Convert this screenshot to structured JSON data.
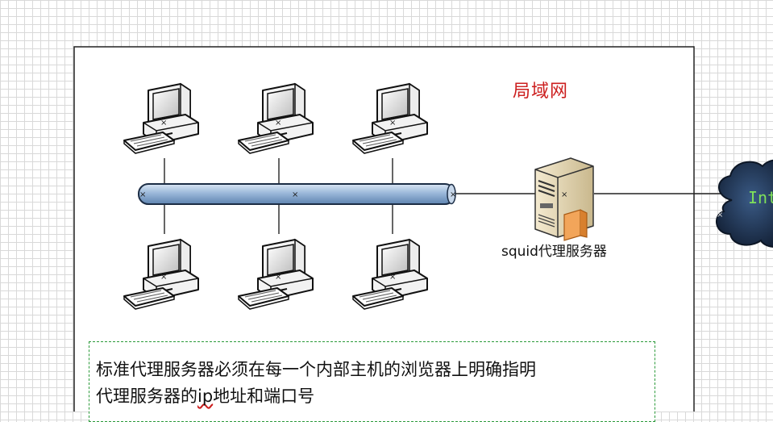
{
  "diagram": {
    "lan_title": "局域网",
    "server_label": "squid代理服务器",
    "cloud_label": "Int",
    "note_line1": "标准代理服务器必须在每一个内部主机的浏览器上明确指明",
    "note_line2_prefix": "代理服务器的",
    "note_line2_ip": "ip",
    "note_line2_suffix": "地址和端口号",
    "colors": {
      "title": "#cc1f1f",
      "bus": "#8fb2d8",
      "cloud": "#1d2f4a",
      "cloud_text": "#7fe05a",
      "note_border": "#2b9a3a"
    },
    "icons": [
      "computer-icon",
      "server-icon",
      "internet-cloud-icon",
      "network-bus"
    ]
  }
}
